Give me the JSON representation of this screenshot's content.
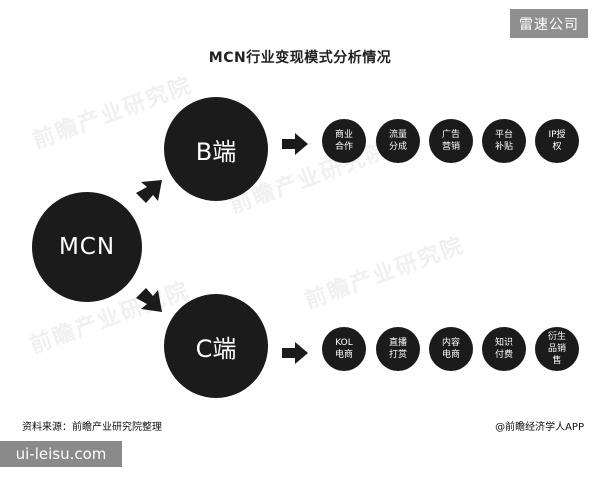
{
  "title": "MCN行业变现模式分析情况",
  "corner_badge": "雷速公司",
  "nodes": {
    "root": "MCN",
    "b": "B端",
    "c": "C端"
  },
  "b_items": [
    "商业\n合作",
    "流量\n分成",
    "广告\n营销",
    "平台\n补贴",
    "IP授\n权"
  ],
  "c_items": [
    "KOL\n电商",
    "直播\n打赏",
    "内容\n电商",
    "知识\n付费",
    "衍生\n品销\n售"
  ],
  "watermark_text": "前瞻产业研究院",
  "footer_left": "资料来源：前瞻产业研究院整理",
  "footer_right": "@前瞻经济学人APP",
  "site_badge": "ui-leisu.com"
}
